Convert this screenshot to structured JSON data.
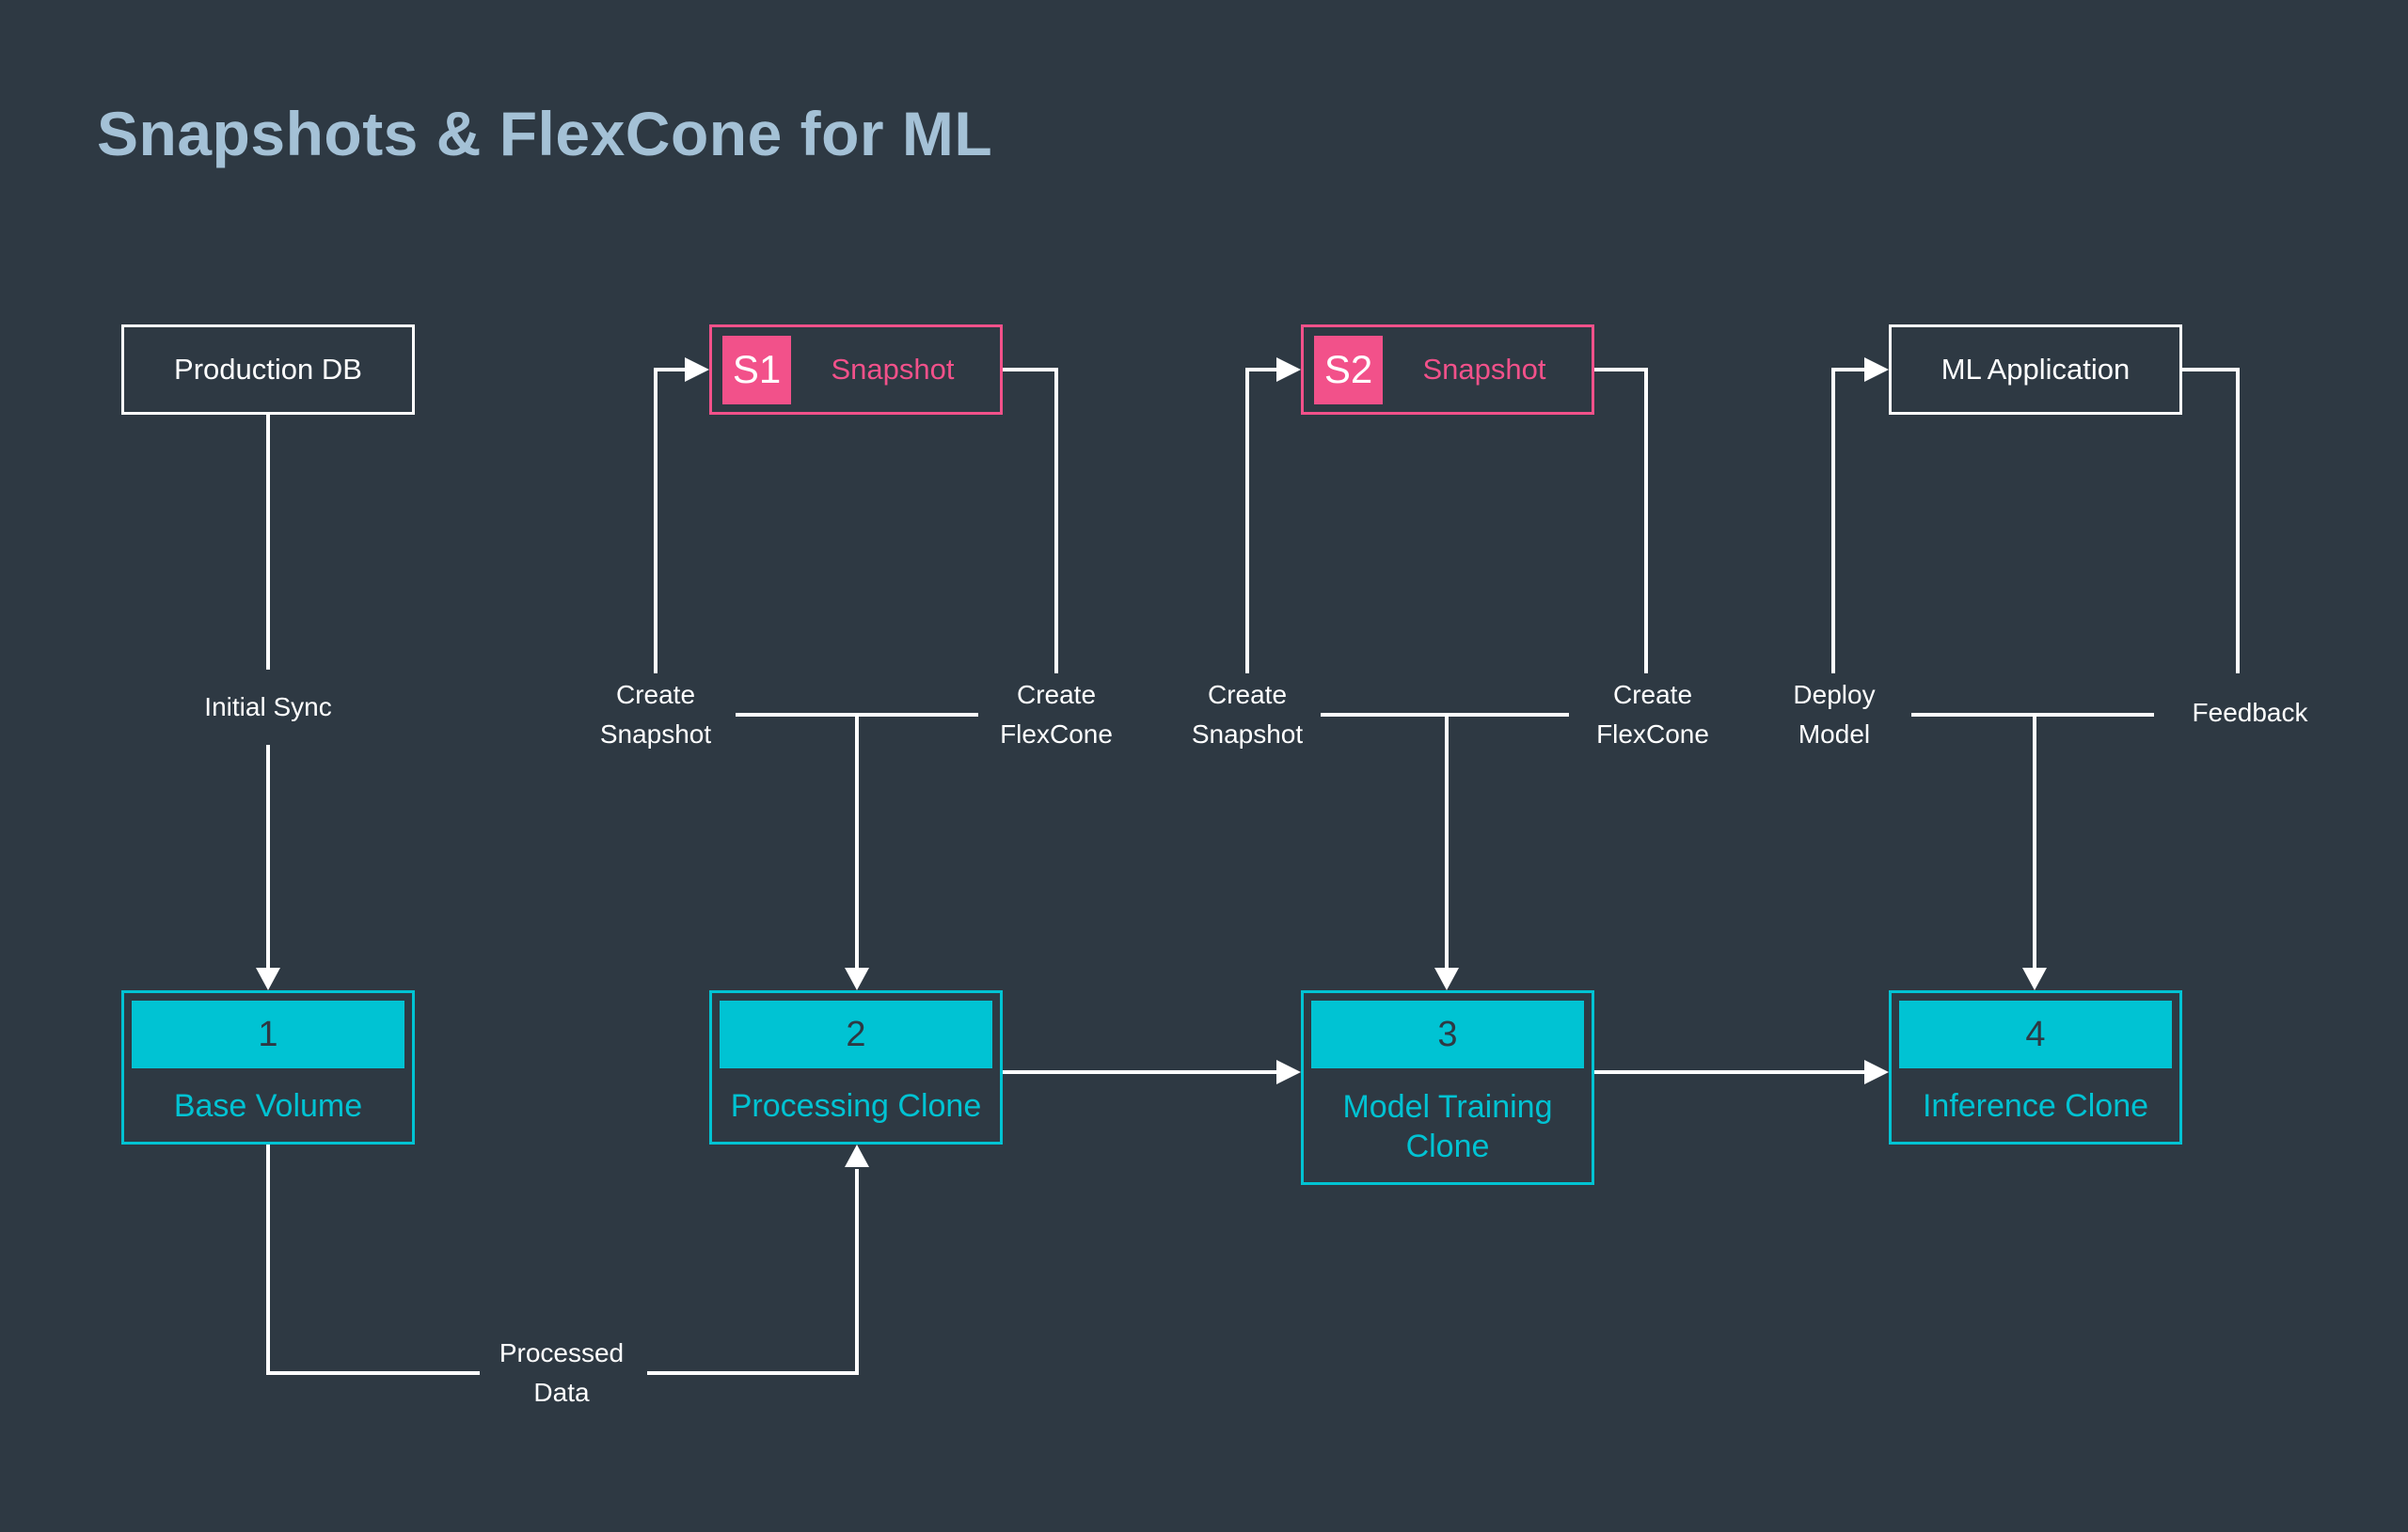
{
  "title": "Snapshots & FlexCone for ML",
  "colors": {
    "bg": "#2e3943",
    "line": "#ffffff",
    "title": "#a4c1d6",
    "pink": "#f2518a",
    "cyan": "#00c3d3",
    "white": "#ffffff",
    "dark": "#2e3943"
  },
  "nodes": {
    "production_db": {
      "label": "Production DB"
    },
    "snapshot_s1": {
      "badge": "S1",
      "label": "Snapshot"
    },
    "snapshot_s2": {
      "badge": "S2",
      "label": "Snapshot"
    },
    "ml_application": {
      "label": "ML Application"
    },
    "base_volume": {
      "number": "1",
      "label": "Base Volume"
    },
    "processing_clone": {
      "number": "2",
      "label": "Processing Clone"
    },
    "model_training_clone": {
      "number": "3",
      "label": "Model Training Clone"
    },
    "inference_clone": {
      "number": "4",
      "label": "Inference Clone"
    }
  },
  "edge_labels": {
    "initial_sync": "Initial Sync",
    "create_snapshot_s1": "Create Snapshot",
    "create_flexcone_s1": "Create FlexCone",
    "create_snapshot_s2": "Create Snapshot",
    "create_flexcone_s2": "Create FlexCone",
    "deploy_model": "Deploy Model",
    "feedback": "Feedback",
    "processed_data": "Processed Data"
  }
}
